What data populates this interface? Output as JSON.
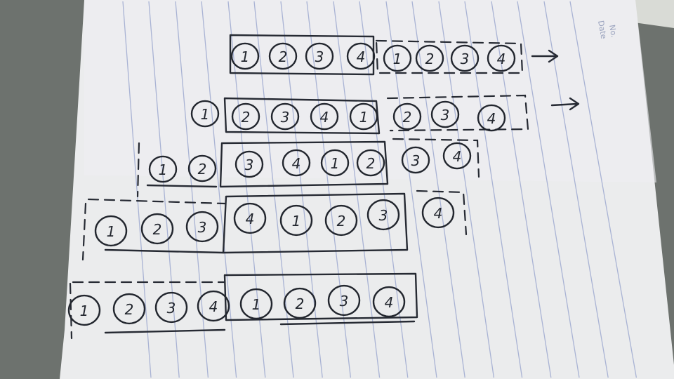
{
  "header": {
    "no_label": "No.",
    "date_label": "Date"
  },
  "rows": [
    {
      "items": [
        "1",
        "2",
        "3",
        "4",
        "1",
        "2",
        "3",
        "4"
      ],
      "arrow": "→"
    },
    {
      "items": [
        "1",
        "2",
        "3",
        "4",
        "1",
        "2",
        "3",
        "4"
      ],
      "arrow": "→"
    },
    {
      "items": [
        "1",
        "2",
        "3",
        "4",
        "1",
        "2",
        "3",
        "4"
      ]
    },
    {
      "items": [
        "1",
        "2",
        "3",
        "4",
        "1",
        "2",
        "3",
        "4"
      ]
    },
    {
      "items": [
        "1",
        "2",
        "3",
        "4",
        "1",
        "2",
        "3",
        "4"
      ]
    }
  ]
}
